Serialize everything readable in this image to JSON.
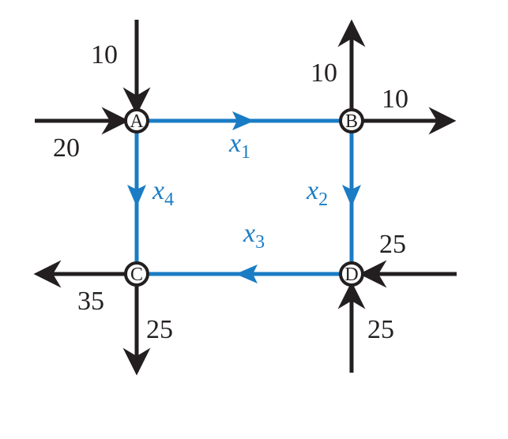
{
  "nodes": [
    "A",
    "B",
    "C",
    "D"
  ],
  "variables": {
    "x1": {
      "base": "x",
      "sub": "1"
    },
    "x2": {
      "base": "x",
      "sub": "2"
    },
    "x3": {
      "base": "x",
      "sub": "3"
    },
    "x4": {
      "base": "x",
      "sub": "4"
    }
  },
  "flows": {
    "into_A_top": "10",
    "into_A_left": "20",
    "out_B_top": "10",
    "out_B_right": "10",
    "into_D_right": "25",
    "into_D_bottom": "25",
    "out_C_left": "35",
    "out_C_bottom": "25"
  },
  "colors": {
    "network": "#1a7cc4",
    "external": "#231f20"
  }
}
